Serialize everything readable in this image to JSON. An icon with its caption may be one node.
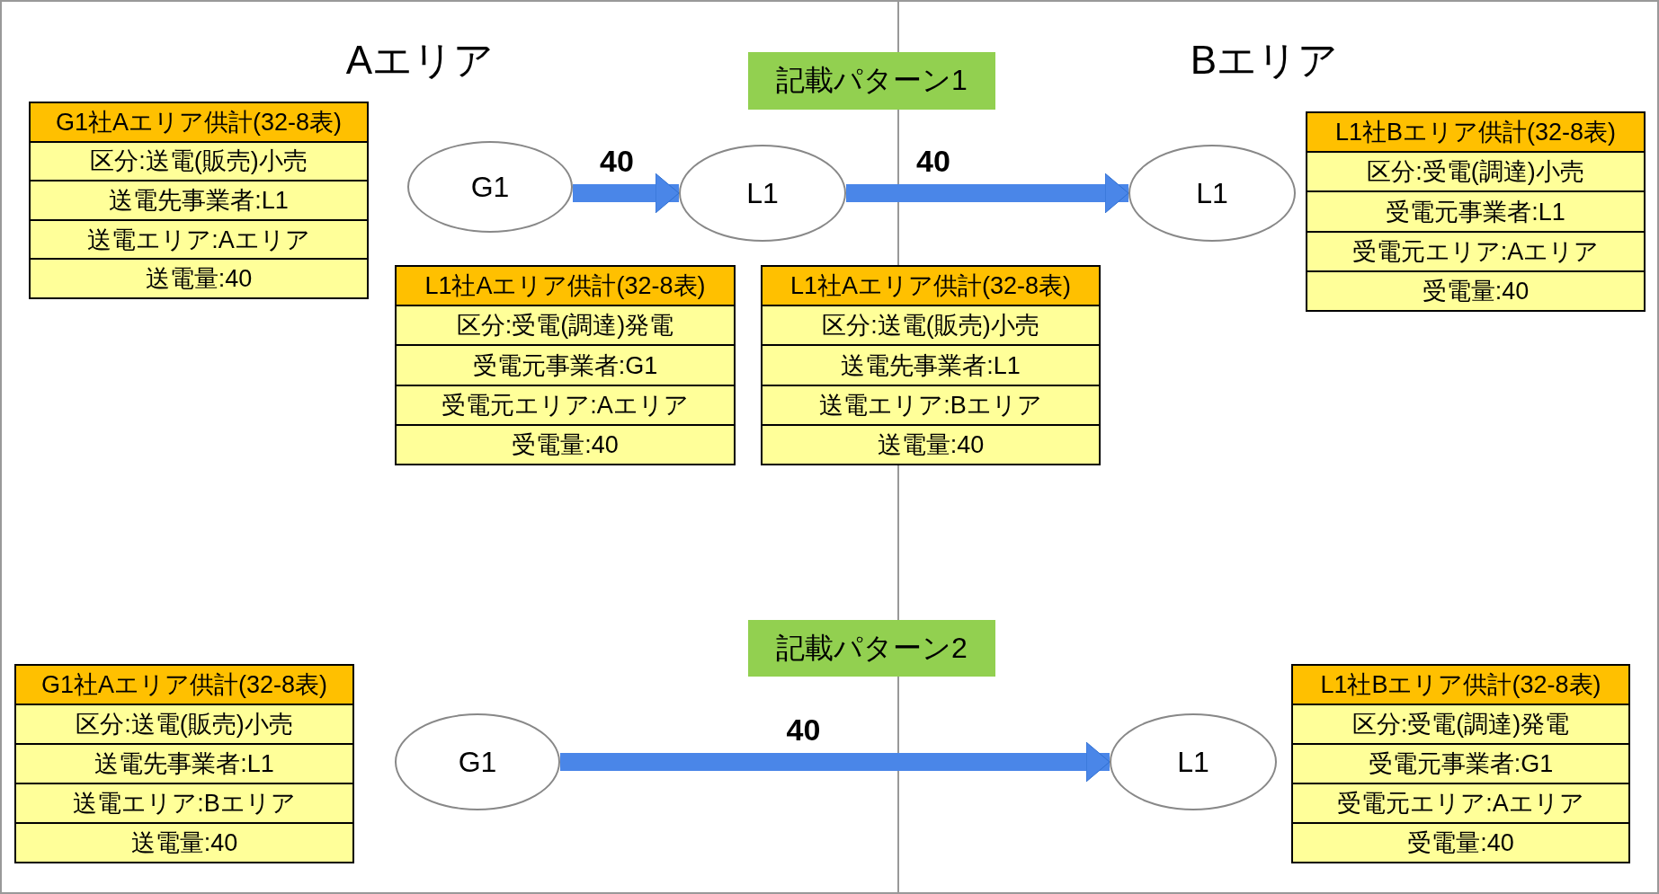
{
  "diagram": {
    "nodes": [
      {
        "text": [
          "記載パターン1"
        ]
      },
      {
        "text": [
          "G1社Aエリア供計(32-8表)",
          "区分:送電(販売)小売",
          "送電先事業者:L1",
          "送電エリア:Aエリア",
          "送電量:40"
        ]
      },
      {
        "text": [
          "G1"
        ]
      },
      {
        "text": [
          "L1"
        ]
      },
      {
        "text": [
          "L1"
        ]
      },
      {
        "text": [
          "L1社Bエリア供計(32-8表)",
          "区分:受電(調達)小売",
          "受電元事業者:L1",
          "受電元エリア:Aエリア",
          "受電量:40"
        ]
      },
      {
        "text": [
          "L1社Aエリア供計(32-8表)",
          "区分:受電(調達)発電",
          "受電元事業者:G1",
          "受電元エリア:Aエリア",
          "受電量:40"
        ]
      },
      {
        "text": [
          "L1社Aエリア供計(32-8表)",
          "区分:送電(販売)小売",
          "送電先事業者:L1",
          "送電エリア:Bエリア",
          "送電量:40"
        ]
      },
      {
        "text": [
          "記載パターン2"
        ]
      },
      {
        "text": [
          "G1社Aエリア供計(32-8表)",
          "区分:送電(販売)小売",
          "送電先事業者:L1",
          "送電エリア:Bエリア",
          "送電量:40"
        ]
      },
      {
        "text": [
          "G1"
        ]
      },
      {
        "text": [
          "L1"
        ]
      },
      {
        "text": [
          "L1社Bエリア供計(32-8表)",
          "区分:受電(調達)発電",
          "受電元事業者:G1",
          "受電元エリア:Aエリア",
          "受電量:40"
        ]
      }
    ],
    "edges": [
      {
        "from": 2,
        "to": 3,
        "arrow": "to",
        "label": "40"
      },
      {
        "from": 3,
        "to": 4,
        "arrow": "to",
        "label": "40"
      },
      {
        "from": 10,
        "to": 11,
        "arrow": "to",
        "label": "40"
      }
    ],
    "labels": [
      "Aエリア",
      "Bエリア"
    ]
  }
}
